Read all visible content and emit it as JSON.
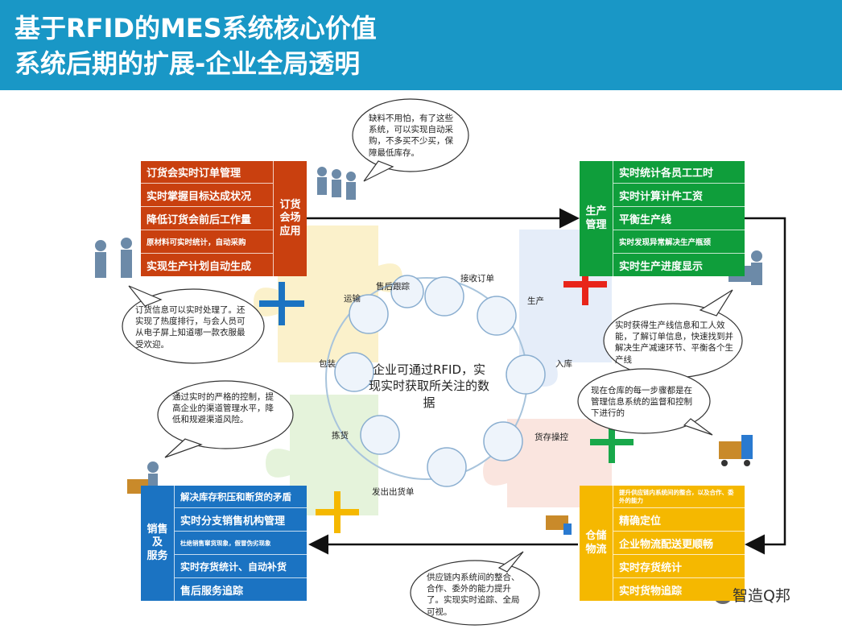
{
  "header": {
    "title_line1": "基于RFID的MES系统核心价值",
    "title_line2": "系统后期的扩展-企业全局透明",
    "bg_color": "#1997c6"
  },
  "boxes": {
    "order": {
      "color": "#c9400f",
      "side_label": "订货\n会场\n应用",
      "items": [
        "订货会实时订单管理",
        "实时掌握目标达成状况",
        "降低订货会前后工作量",
        "原材料可实时统计，自动采购",
        "实现生产计划自动生成"
      ]
    },
    "production": {
      "color": "#0f9e3b",
      "side_label": "生产\n管理",
      "items": [
        "实时统计各员工工时",
        "实时计算计件工资",
        "平衡生产线",
        "实时发现异常解决生产瓶颈",
        "实时生产进度显示"
      ]
    },
    "sales": {
      "color": "#1b73c2",
      "side_label": "销售\n及\n服务",
      "items": [
        "解决库存积压和断货的矛盾",
        "实时分支销售机构管理",
        "杜绝销售窜货现象，假冒伪劣现象",
        "实时存货统计、自动补货",
        "售后服务追踪"
      ]
    },
    "warehouse": {
      "color": "#f5b800",
      "side_label": "仓储\n物流",
      "items": [
        "提升供应链内系统间的整合，以及合作、委外的能力",
        "精确定位",
        "企业物流配送更顺畅",
        "实时存货统计",
        "实时货物追踪"
      ]
    }
  },
  "bubbles": {
    "top": "缺料不用怕，有了这些系统，可以实现自动采购，不多买不少买，保障最低库存。",
    "left_upper": "订货信息可以实时处理了。还实现了热度排行，与会人员可从电子屏上知道哪一款衣服最受欢迎。",
    "left_lower": "通过实时的严格的控制，提高企业的渠道管理水平，降低和规避渠道风险。",
    "right_upper": "实时获得生产线信息和工人效能，了解订单信息，快速找到并解决生产减速环节、平衡各个生产线",
    "right_lower": "现在仓库的每一步骤都是在管理信息系统的监督和控制下进行的",
    "bottom": "供应链内系统间的整合、合作、委外的能力提升了。实现实时追踪、全局可视。"
  },
  "cycle": {
    "center": "企业可通过RFID，实现实时获取所关注的数据",
    "steps": [
      "接收订单",
      "生产",
      "入库",
      "货存操控",
      "发出出货单",
      "拣货",
      "包装",
      "运输",
      "售后跟踪"
    ]
  },
  "plus_colors": {
    "blue": "#1b73c2",
    "red": "#e8251a",
    "green": "#18a84a",
    "yellow": "#f5b800"
  },
  "watermark": "智造Q邦"
}
